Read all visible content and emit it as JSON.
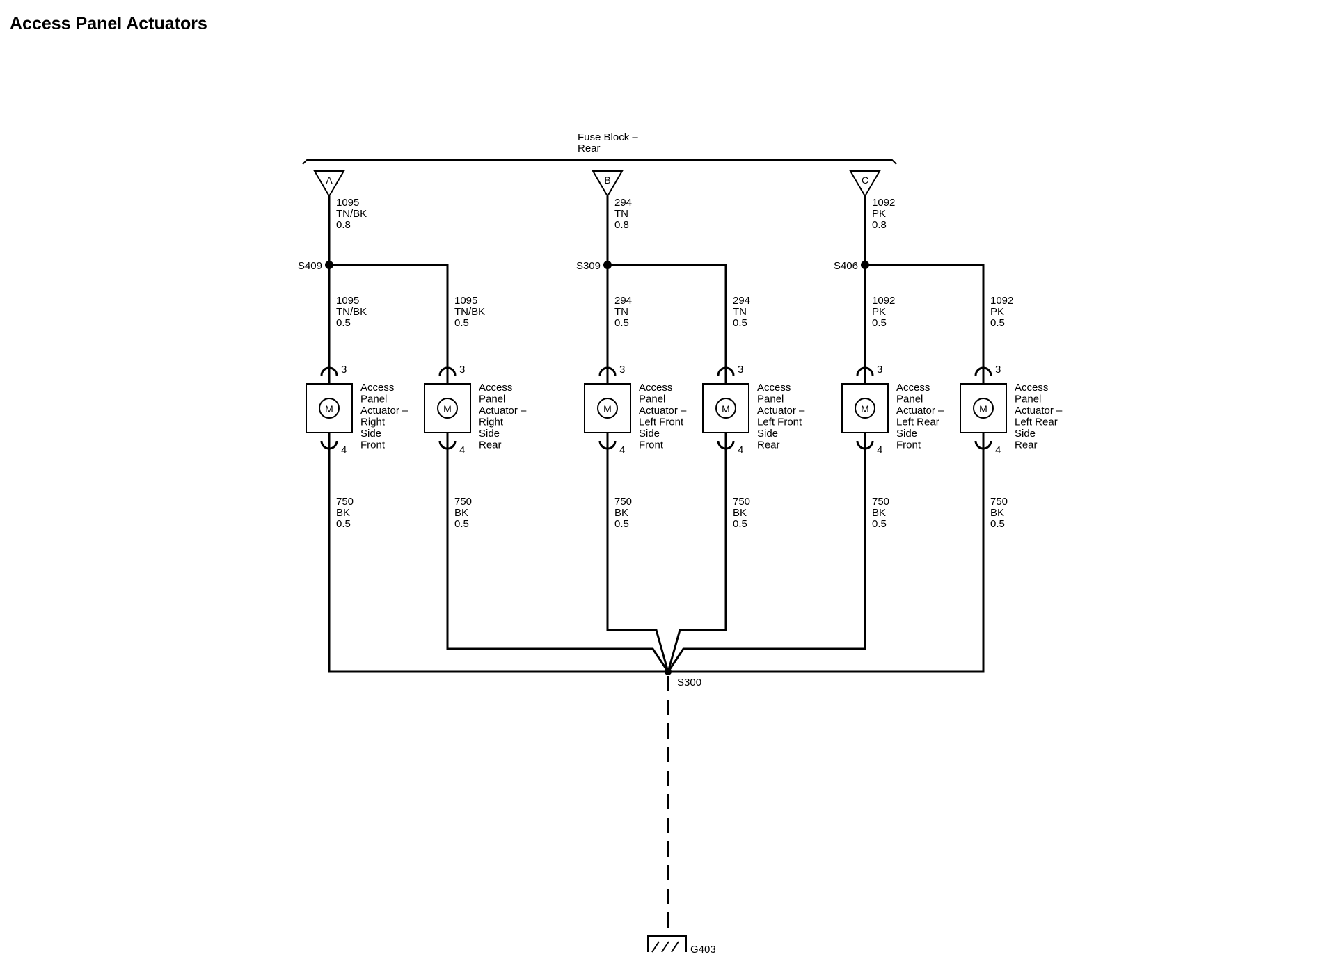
{
  "title": "Access Panel Actuators",
  "fuse_block": [
    "Fuse Block –",
    "Rear"
  ],
  "fuse_terminals": [
    "A",
    "B",
    "C"
  ],
  "feed_wires": [
    [
      "1095",
      "TN/BK",
      "0.8"
    ],
    [
      "294",
      "TN",
      "0.8"
    ],
    [
      "1092",
      "PK",
      "0.8"
    ]
  ],
  "splices": [
    "S409",
    "S309",
    "S406"
  ],
  "branch_wires": [
    [
      "1095",
      "TN/BK",
      "0.5"
    ],
    [
      "1095",
      "TN/BK",
      "0.5"
    ],
    [
      "294",
      "TN",
      "0.5"
    ],
    [
      "294",
      "TN",
      "0.5"
    ],
    [
      "1092",
      "PK",
      "0.5"
    ],
    [
      "1092",
      "PK",
      "0.5"
    ]
  ],
  "pin_top": "3",
  "pin_bottom": "4",
  "motor_symbol": "M",
  "actuators": [
    [
      "Access",
      "Panel",
      "Actuator –",
      "Right",
      "Side",
      "Front"
    ],
    [
      "Access",
      "Panel",
      "Actuator –",
      "Right",
      "Side",
      "Rear"
    ],
    [
      "Access",
      "Panel",
      "Actuator –",
      "Left Front",
      "Side",
      "Front"
    ],
    [
      "Access",
      "Panel",
      "Actuator –",
      "Left Front",
      "Side",
      "Rear"
    ],
    [
      "Access",
      "Panel",
      "Actuator –",
      "Left Rear",
      "Side",
      "Front"
    ],
    [
      "Access",
      "Panel",
      "Actuator –",
      "Left Rear",
      "Side",
      "Rear"
    ]
  ],
  "ground_wires": [
    [
      "750",
      "BK",
      "0.5"
    ],
    [
      "750",
      "BK",
      "0.5"
    ],
    [
      "750",
      "BK",
      "0.5"
    ],
    [
      "750",
      "BK",
      "0.5"
    ],
    [
      "750",
      "BK",
      "0.5"
    ],
    [
      "750",
      "BK",
      "0.5"
    ]
  ],
  "ground_splice": "S300",
  "ground": "G403",
  "ground_icon": "ground-symbol-icon"
}
